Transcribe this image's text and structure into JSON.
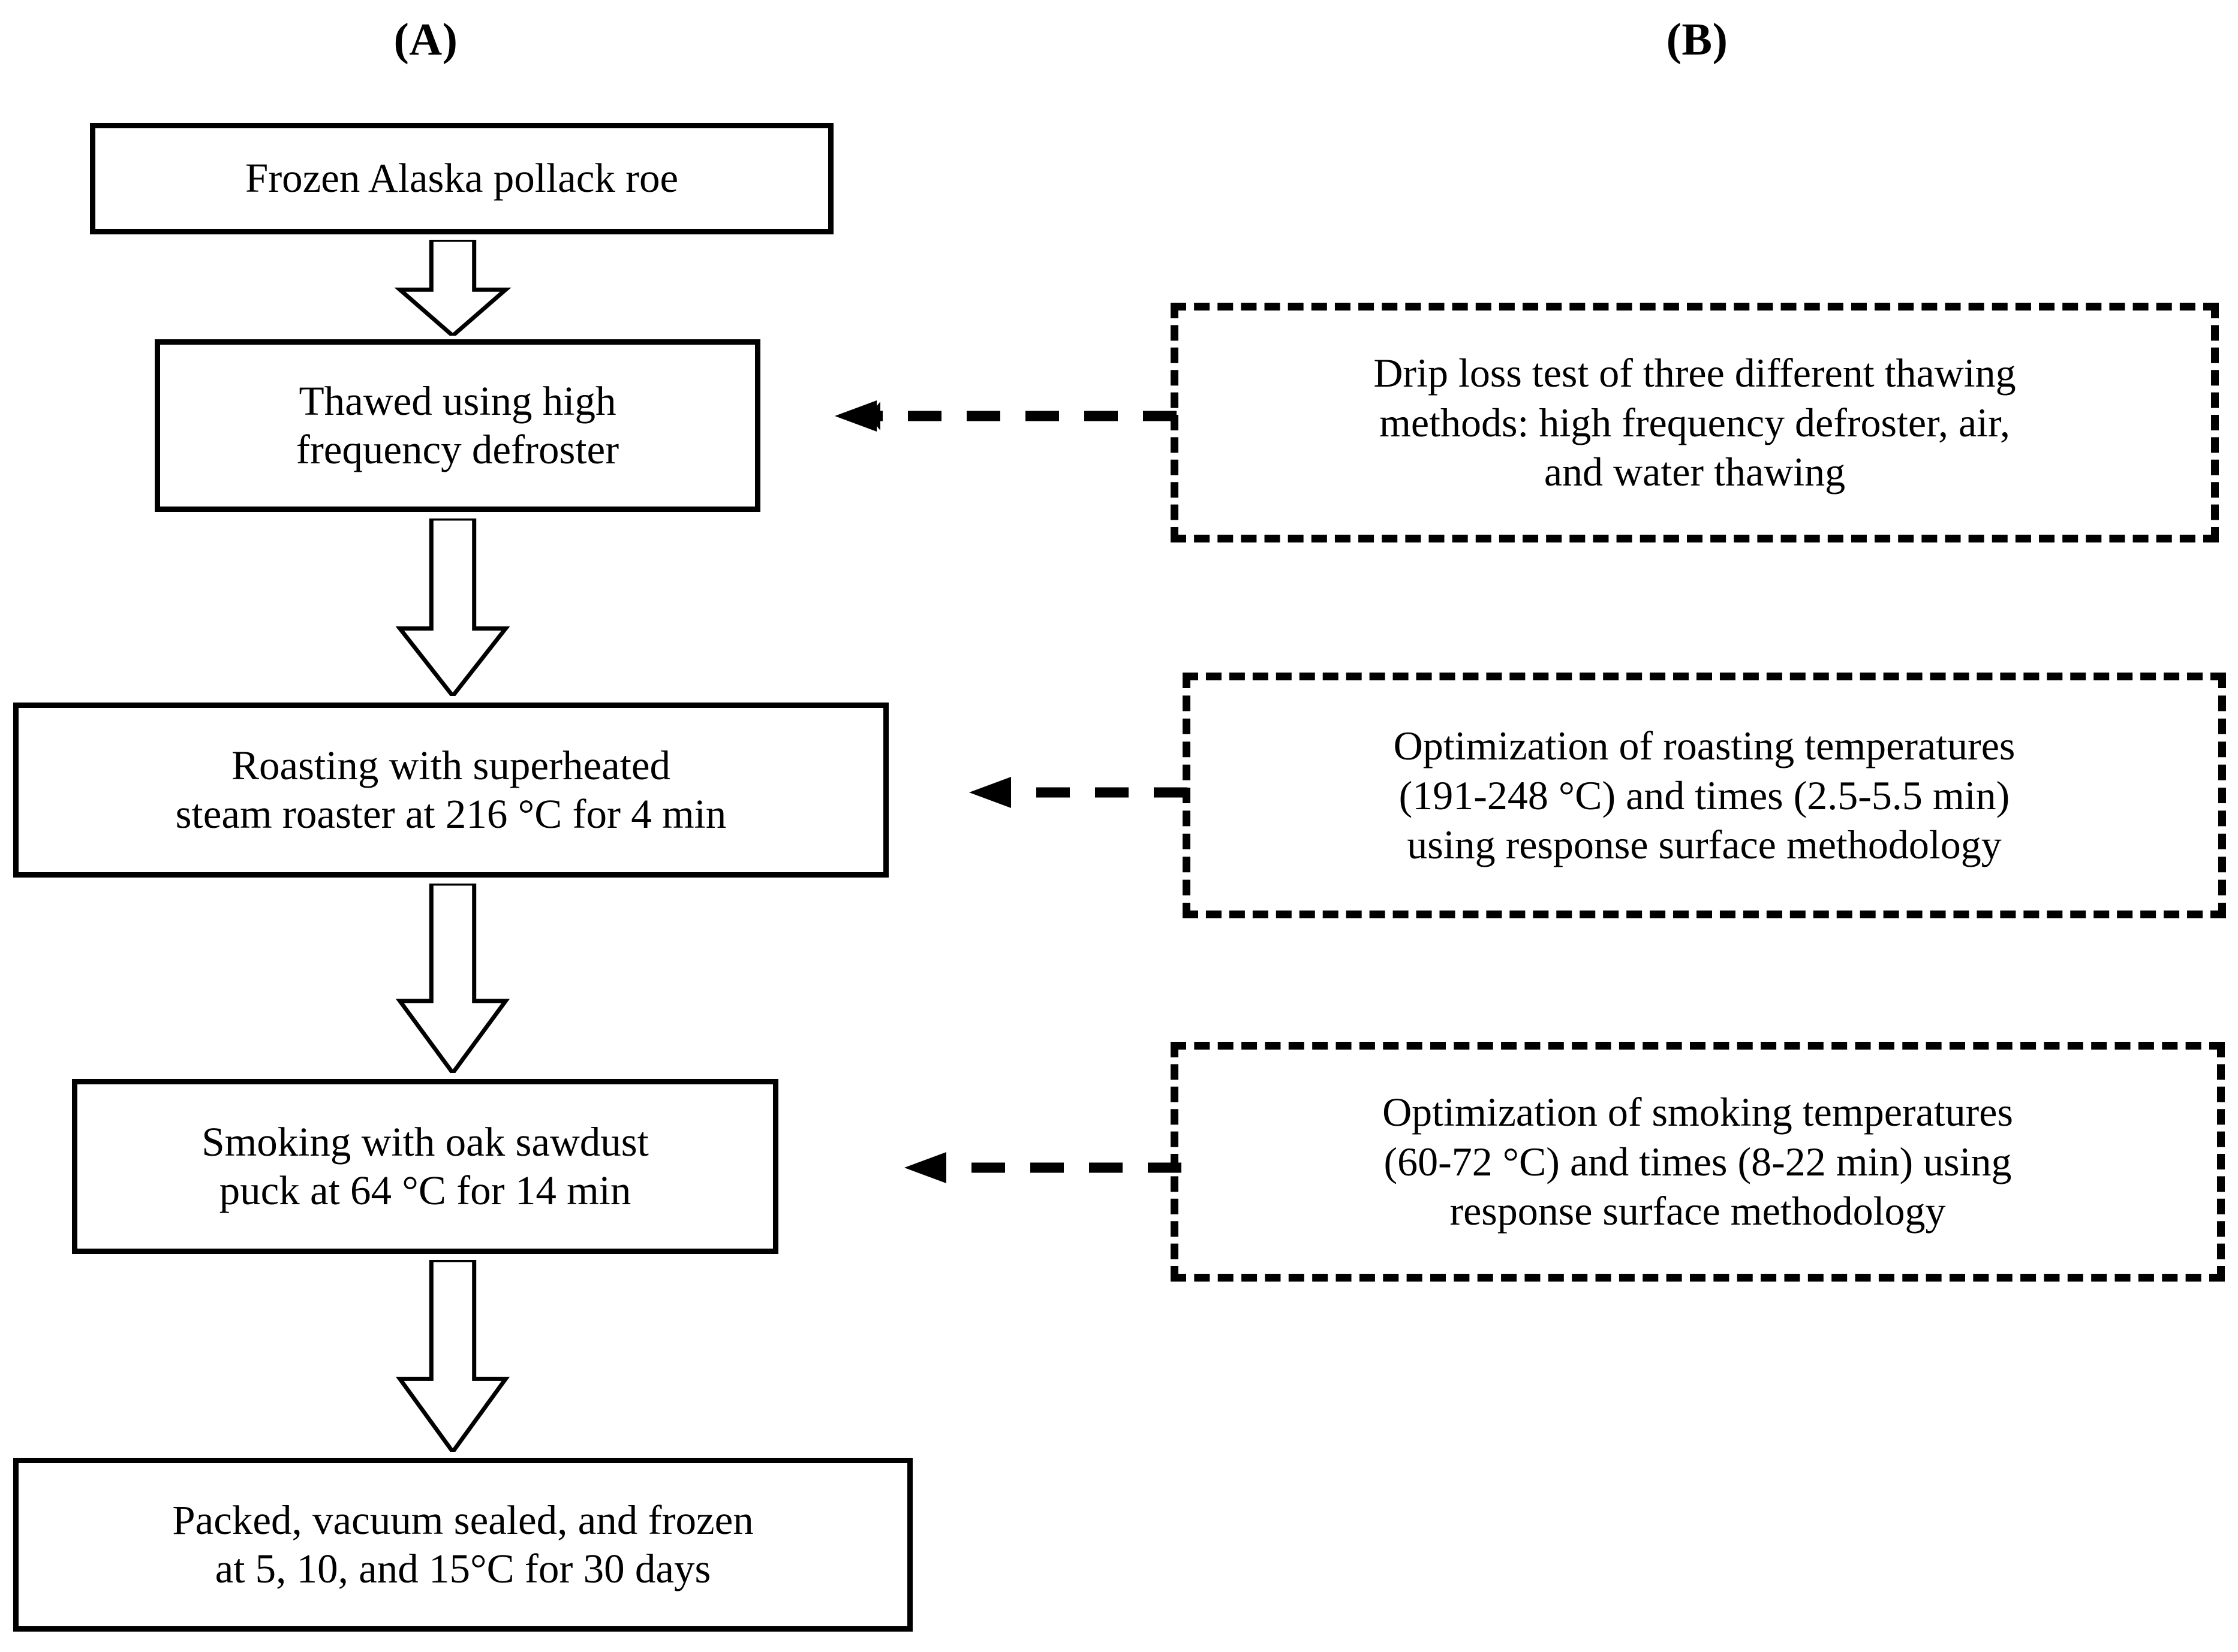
{
  "figure": {
    "type": "process-flow-diagram",
    "panels": [
      {
        "id": "A",
        "label": "(A)"
      },
      {
        "id": "B",
        "label": "(B)"
      }
    ]
  },
  "panel_a": {
    "label": "(A)",
    "steps": [
      {
        "id": "frozen",
        "text": "Frozen Alaska pollack roe"
      },
      {
        "id": "thawed",
        "text": "Thawed using high\nfrequency defroster"
      },
      {
        "id": "roasting",
        "text": "Roasting with superheated\nsteam roaster at 216 °C for 4 min"
      },
      {
        "id": "smoking",
        "text": "Smoking with oak sawdust\npuck at 64 °C for 14 min"
      },
      {
        "id": "packed",
        "text": "Packed, vacuum sealed, and frozen\nat 5, 10, and 15°C for 30 days"
      }
    ],
    "connectors": [
      {
        "id": "arrow-1",
        "from": "frozen",
        "to": "thawed",
        "style": "hollow-block-arrow-down"
      },
      {
        "id": "arrow-2",
        "from": "thawed",
        "to": "roasting",
        "style": "hollow-block-arrow-down"
      },
      {
        "id": "arrow-3",
        "from": "roasting",
        "to": "smoking",
        "style": "hollow-block-arrow-down"
      },
      {
        "id": "arrow-4",
        "from": "smoking",
        "to": "packed",
        "style": "hollow-block-arrow-down"
      }
    ]
  },
  "panel_b": {
    "label": "(B)",
    "notes": [
      {
        "id": "note-thawing",
        "text": "Drip loss test of three different thawing\nmethods: high frequency defroster, air,\nand water thawing",
        "targets_step": "thawed"
      },
      {
        "id": "note-roast",
        "text": "Optimization of roasting temperatures\n(191-248 °C) and times (2.5-5.5 min)\nusing response surface methodology",
        "targets_step": "roasting"
      },
      {
        "id": "note-smoke",
        "text": "Optimization of smoking temperatures\n(60-72 °C) and times (8-22 min) using\nresponse surface methodology",
        "targets_step": "smoking"
      }
    ],
    "connectors": [
      {
        "id": "conn-1",
        "style": "dashed-arrow-left"
      },
      {
        "id": "conn-2",
        "style": "dashed-arrow-left"
      },
      {
        "id": "conn-3",
        "style": "dashed-arrow-left"
      }
    ]
  },
  "colors": {
    "stroke": "#000000",
    "fill": "#ffffff",
    "background": "#ffffff"
  }
}
